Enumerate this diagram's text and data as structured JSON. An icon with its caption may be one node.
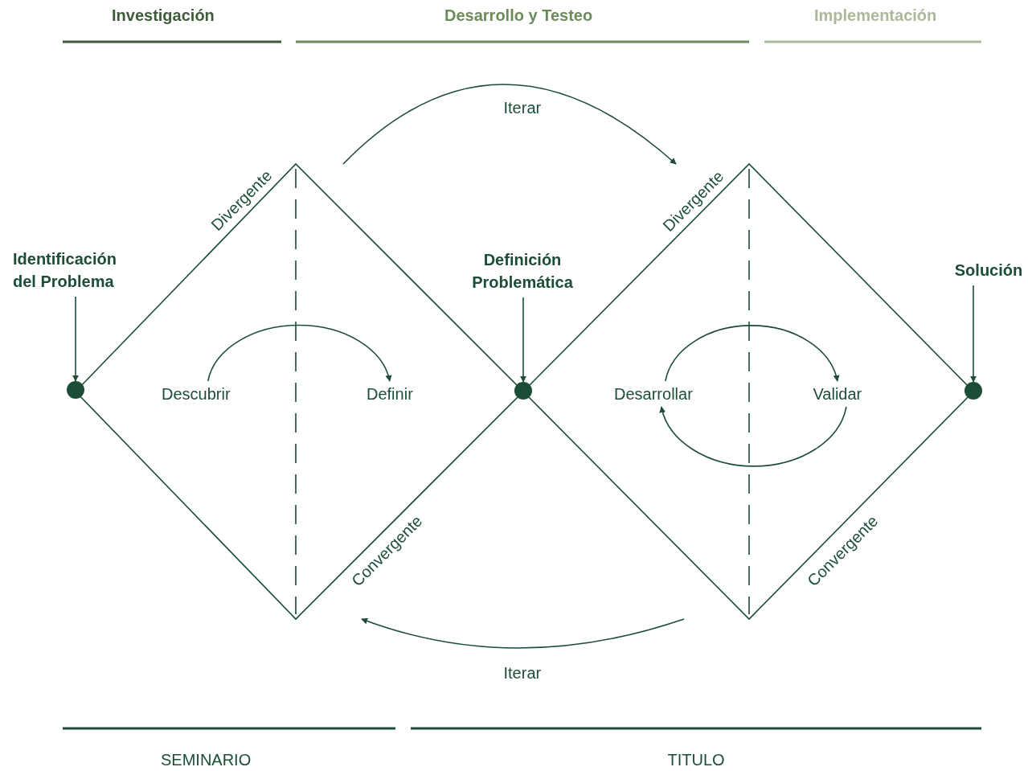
{
  "diagram": {
    "nodes": [
      {
        "text": [
          "Identificación del Problema"
        ]
      },
      {
        "text": [],
        "shape": "circle"
      },
      {
        "text": [
          "Definición Problemática"
        ]
      },
      {
        "text": [],
        "shape": "circle"
      },
      {
        "text": [
          "Solución"
        ]
      },
      {
        "text": [],
        "shape": "circle"
      },
      {
        "text": [
          "Divergente",
          "Convergente"
        ]
      },
      {
        "text": [
          "Descubrir"
        ],
        "in": 6
      },
      {
        "text": [
          "Definir"
        ],
        "in": 6
      },
      {
        "text": [
          "Divergente",
          "Convergente"
        ]
      },
      {
        "text": [
          "Desarrollar"
        ],
        "in": 9
      },
      {
        "text": [
          "Validar"
        ],
        "in": 9
      }
    ],
    "edges": [
      {
        "from": 0,
        "to": 1,
        "arrow": "to"
      },
      {
        "from": 2,
        "to": 3,
        "arrow": "to"
      },
      {
        "from": 4,
        "to": 5,
        "arrow": "to"
      },
      {
        "from": 7,
        "to": 8,
        "arrow": "to"
      },
      {
        "from": 10,
        "to": 11,
        "arrow": "to"
      },
      {
        "from": 11,
        "to": 10,
        "arrow": "to"
      },
      {
        "from": 6,
        "to": 9,
        "arrow": "to",
        "label": "Iterar"
      },
      {
        "from": 9,
        "to": 6,
        "arrow": "to",
        "label": "Iterar"
      }
    ],
    "labels": [
      "Investigación",
      "Desarrollo y Testeo",
      "Implementación",
      "SEMINARIO",
      "TITULO"
    ]
  }
}
